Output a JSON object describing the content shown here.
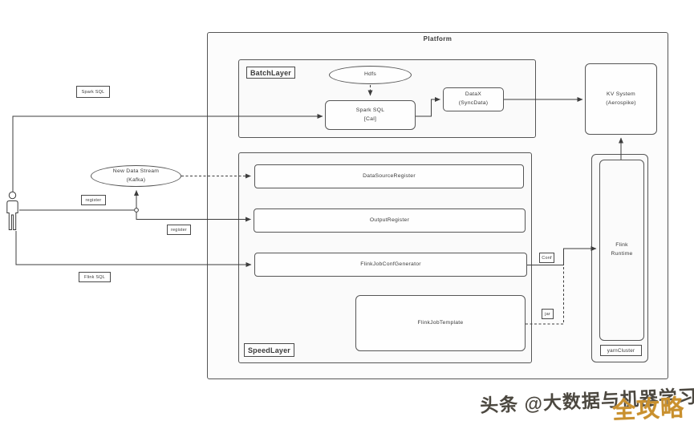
{
  "platform": {
    "label": "Platform"
  },
  "batch_layer": {
    "label": "BatchLayer",
    "hdfs": "Hdfs",
    "spark_sql": "Spark SQL\n[Cal]",
    "datax": "DataX\n(SyncData)"
  },
  "kv_system": {
    "label": "KV System\n(Aerospike)"
  },
  "kafka": {
    "label": "New Data Stream\n(Kafka)"
  },
  "speed_layer": {
    "label": "SpeedLayer",
    "data_source_register": "DataSourceRegister",
    "output_register": "OutputRegister",
    "flink_job_conf_generator": "FlinkJobConfGenerator",
    "flink_job_template": "FlinkJobTemplate"
  },
  "yarn_cluster": {
    "label": "yarnCluster",
    "flink_runtime": "Flink\nRuntime"
  },
  "edge_labels": {
    "spark_sql": "Spark SQL",
    "register_top": "register",
    "register_bottom": "register",
    "flink_sql": "Flink SQL",
    "conf": "Conf",
    "jar": "jar"
  },
  "watermark": {
    "main": "头条 @大数据与机器学习",
    "overlay": "全攻略"
  },
  "colors": {
    "line": "#3d3d3d",
    "border": "#565656",
    "container_fill": "#fafafa",
    "watermark_orange": "#c9902e",
    "watermark_dark": "#4c4840"
  }
}
